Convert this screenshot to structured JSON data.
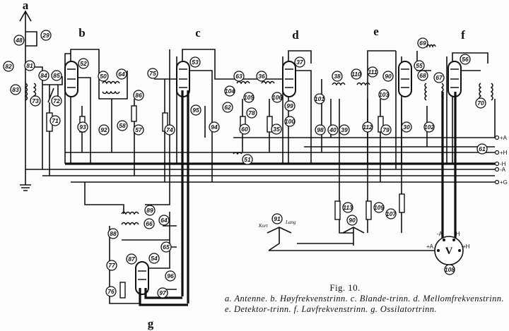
{
  "figure": {
    "title": "Fig. 10.",
    "caption": "a. Antenne. b. Høyfrekvenstrinn. c. Blande-trinn. d. Mellomfrekvenstrinn. e. Detektor-trinn. f. Lavfrekvenstrinn. g. Ossilatortrinn."
  },
  "stage_labels": [
    "a",
    "b",
    "c",
    "d",
    "e",
    "f",
    "g"
  ],
  "component_numbers": [
    "48",
    "29",
    "81",
    "82",
    "83",
    "84",
    "85",
    "72",
    "73",
    "71",
    "52",
    "50",
    "64",
    "86",
    "93",
    "92",
    "58",
    "57",
    "75",
    "53",
    "74",
    "95",
    "94",
    "104",
    "62",
    "63",
    "36",
    "105",
    "106",
    "60",
    "78",
    "35",
    "37",
    "99",
    "100",
    "101",
    "38",
    "98",
    "40",
    "39",
    "110",
    "111",
    "90",
    "103",
    "79",
    "112",
    "30",
    "69",
    "55",
    "68",
    "67",
    "56",
    "70",
    "102",
    "61",
    "51",
    "89",
    "88",
    "66",
    "64",
    "65",
    "87",
    "77",
    "54",
    "76",
    "96",
    "97",
    "91",
    "113",
    "90",
    "109",
    "107",
    "108"
  ],
  "terminals": [
    "+A",
    "+H",
    "-H",
    "-A",
    "+G"
  ],
  "switch_labels": [
    "Kort",
    "Lang"
  ],
  "meter_label": "V",
  "meter_terminals": [
    "+A",
    "-A",
    "-H",
    "+H"
  ]
}
